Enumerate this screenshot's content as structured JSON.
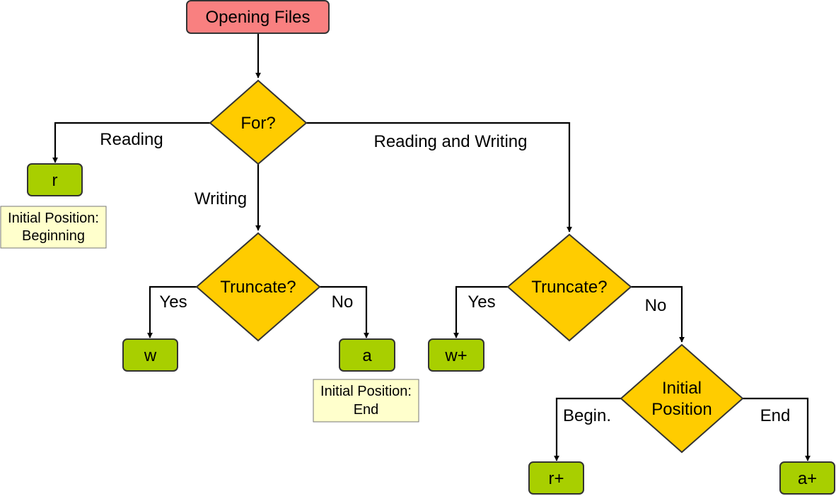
{
  "colors": {
    "start": "#f98080",
    "decision": "#ffcc00",
    "terminal": "#a8cf00",
    "note": "#ffffcc",
    "line": "#000000"
  },
  "nodes": {
    "start": "Opening Files",
    "for": "For?",
    "truncate_writing": "Truncate?",
    "truncate_rw": "Truncate?",
    "initial_position_line1": "Initial",
    "initial_position_line2": "Position",
    "r": "r",
    "w": "w",
    "a": "a",
    "w_plus": "w+",
    "r_plus": "r+",
    "a_plus": "a+"
  },
  "edges": {
    "reading": "Reading",
    "writing": "Writing",
    "reading_and_writing": "Reading and Writing",
    "yes_left": "Yes",
    "no_left": "No",
    "yes_right": "Yes",
    "no_right": "No",
    "begin": "Begin.",
    "end": "End"
  },
  "notes": {
    "r_line1": "Initial Position:",
    "r_line2": "Beginning",
    "a_line1": "Initial Position:",
    "a_line2": "End"
  }
}
